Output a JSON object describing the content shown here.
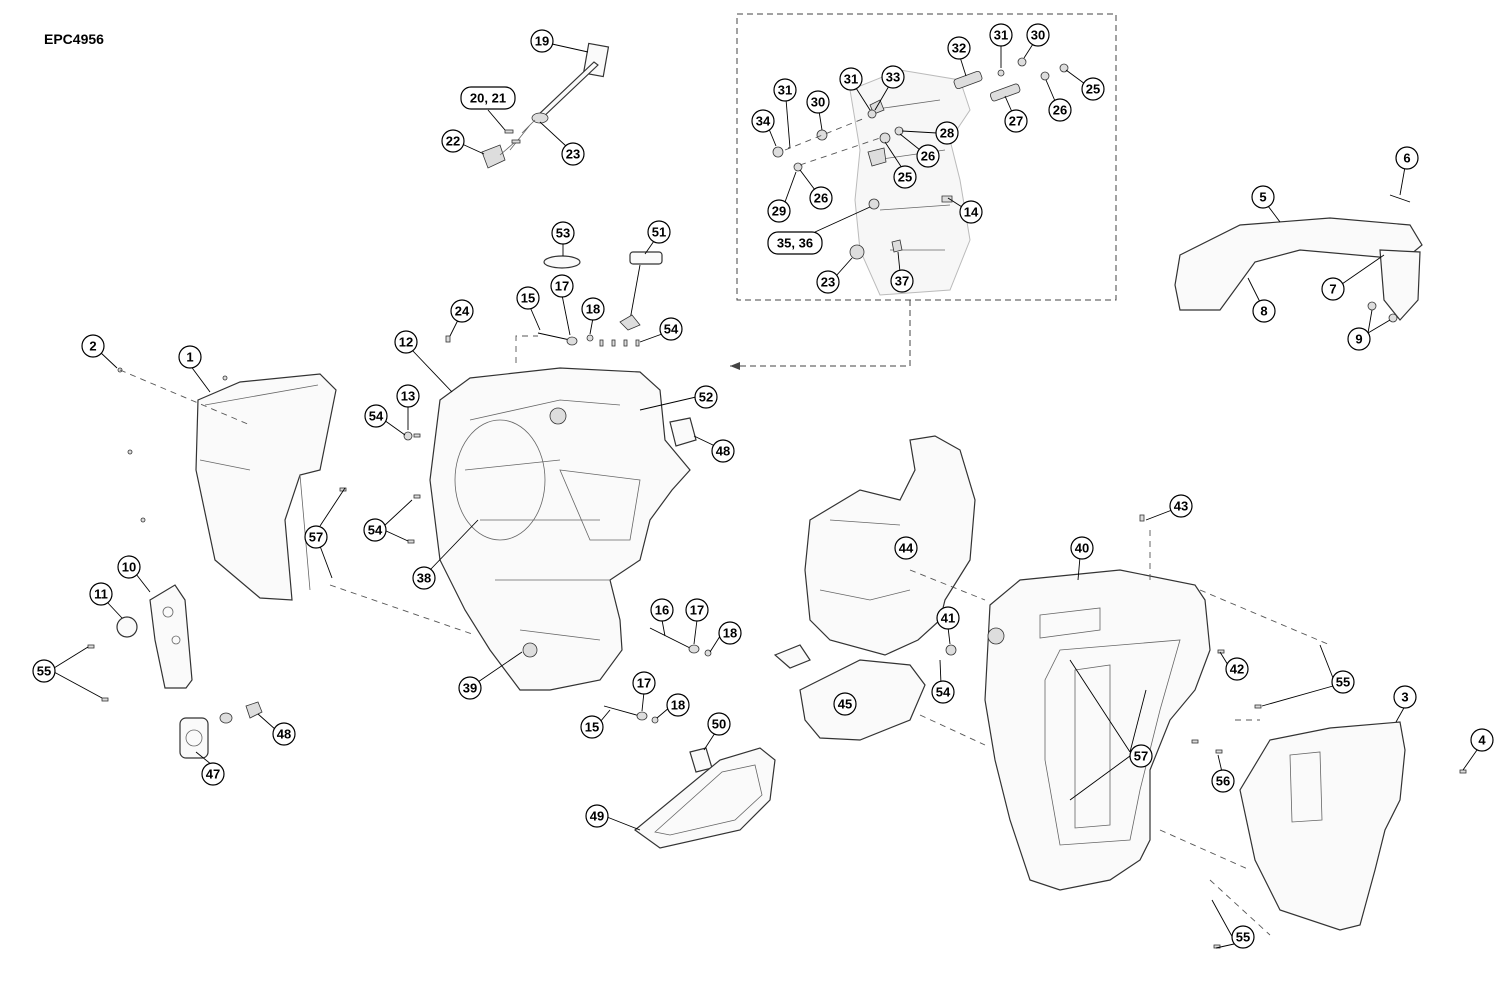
{
  "diagram_code": "EPC4956",
  "callouts": {
    "c1": "1",
    "c2": "2",
    "c3": "3",
    "c4": "4",
    "c5": "5",
    "c6": "6",
    "c7": "7",
    "c8": "8",
    "c9": "9",
    "c10": "10",
    "c11": "11",
    "c12": "12",
    "c13": "13",
    "c14": "14",
    "c15a": "15",
    "c15b": "15",
    "c16": "16",
    "c17a": "17",
    "c17b": "17",
    "c17c": "17",
    "c18a": "18",
    "c18b": "18",
    "c18c": "18",
    "c19": "19",
    "c2021": "20, 21",
    "c22": "22",
    "c23a": "23",
    "c23b": "23",
    "c24": "24",
    "c25a": "25",
    "c25b": "25",
    "c26a": "26",
    "c26b": "26",
    "c26c": "26",
    "c27": "27",
    "c28": "28",
    "c29": "29",
    "c30a": "30",
    "c30b": "30",
    "c31a": "31",
    "c31b": "31",
    "c31c": "31",
    "c32": "32",
    "c33": "33",
    "c34": "34",
    "c3536": "35, 36",
    "c37": "37",
    "c38": "38",
    "c39": "39",
    "c40": "40",
    "c41": "41",
    "c42": "42",
    "c43": "43",
    "c44": "44",
    "c45": "45",
    "c47": "47",
    "c48a": "48",
    "c48b": "48",
    "c49": "49",
    "c50": "50",
    "c51": "51",
    "c52": "52",
    "c53": "53",
    "c54a": "54",
    "c54b": "54",
    "c54c": "54",
    "c54d": "54",
    "c55a": "55",
    "c55b": "55",
    "c55c": "55",
    "c56": "56",
    "c57a": "57",
    "c57b": "57"
  }
}
